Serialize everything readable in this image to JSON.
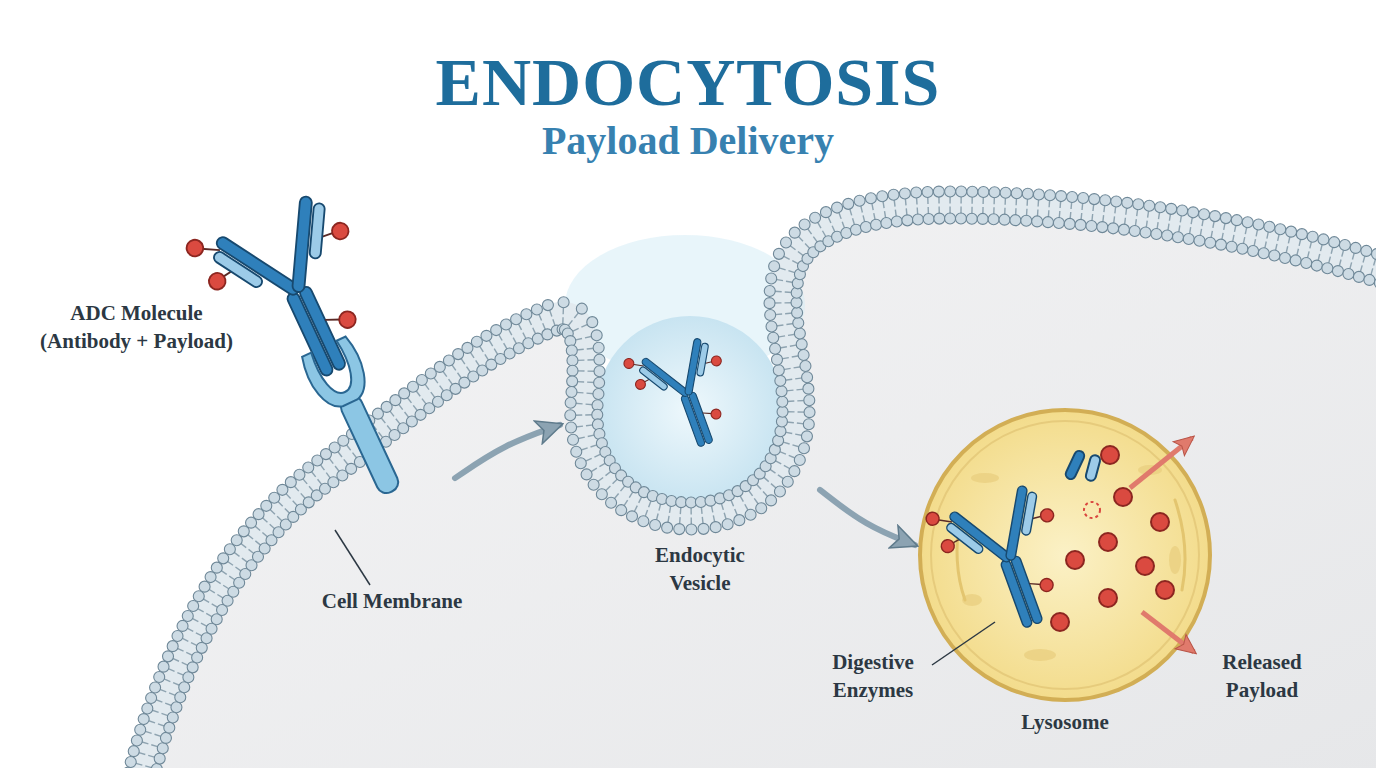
{
  "diagram": {
    "title": "ENDOCYTOSIS",
    "nodes": [
      {
        "text": [
          "ADC Molecule (Antibody + Payload)"
        ]
      },
      {
        "text": [
          "Endocytic Vesicle"
        ]
      },
      {
        "text": [
          "Lysosome"
        ]
      }
    ],
    "edges": [
      {
        "from": 0,
        "to": 1,
        "arrow": "to"
      },
      {
        "from": 1,
        "to": 2,
        "arrow": "to"
      }
    ],
    "labels": [
      "Payload Delivery",
      "Cell Membrane",
      "Digestive Enzymes",
      "Released Payload"
    ]
  }
}
